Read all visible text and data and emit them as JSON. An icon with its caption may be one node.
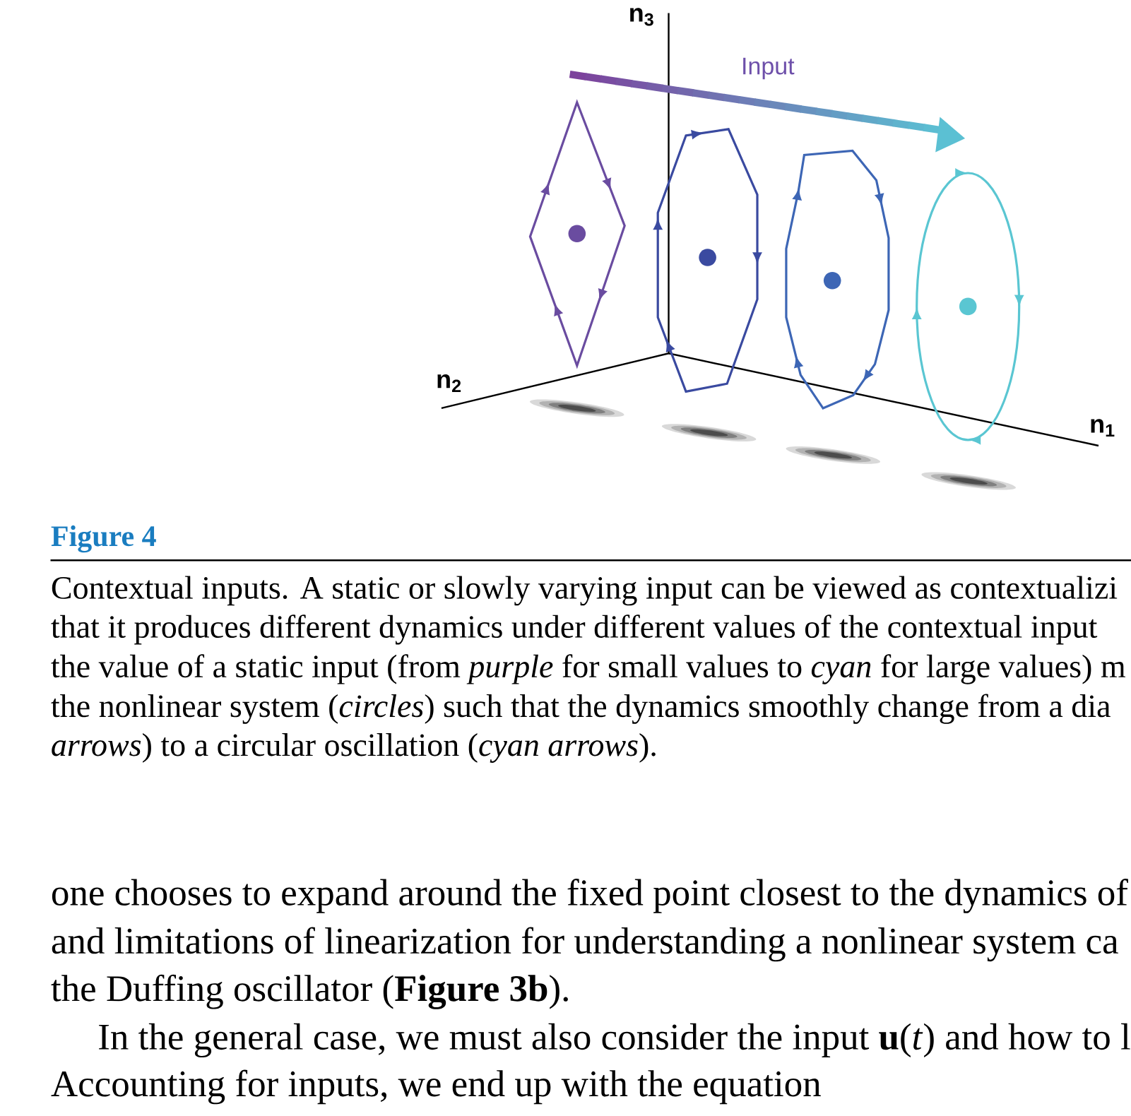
{
  "diagram": {
    "title": "Figure 4",
    "labels": [
      "n$_{3}$",
      "Input",
      "n$_{2}$",
      "n$_{1}$",
      "Contextual inputs. A static or slowly varying input can be viewed as contextualizi",
      "that it produces different dynamics under different values of the contextual input",
      "the value of a static input (from *purple* for small values to *cyan* for large values) m",
      "the nonlinear system (*circles*) such that the dynamics smoothly change from a dia",
      "*arrows*) to a circular oscillation (*cyan arrows*).",
      "one chooses to expand around the fixed point closest to the dynamics of",
      "and limitations of linearization for understanding a nonlinear system ca",
      "the Duffing oscillator (**Figure 3b**).",
      "In the general case, we must also consider the input **u**(*t*) and how to l",
      "Accounting for inputs, we end up with the equation"
    ]
  }
}
